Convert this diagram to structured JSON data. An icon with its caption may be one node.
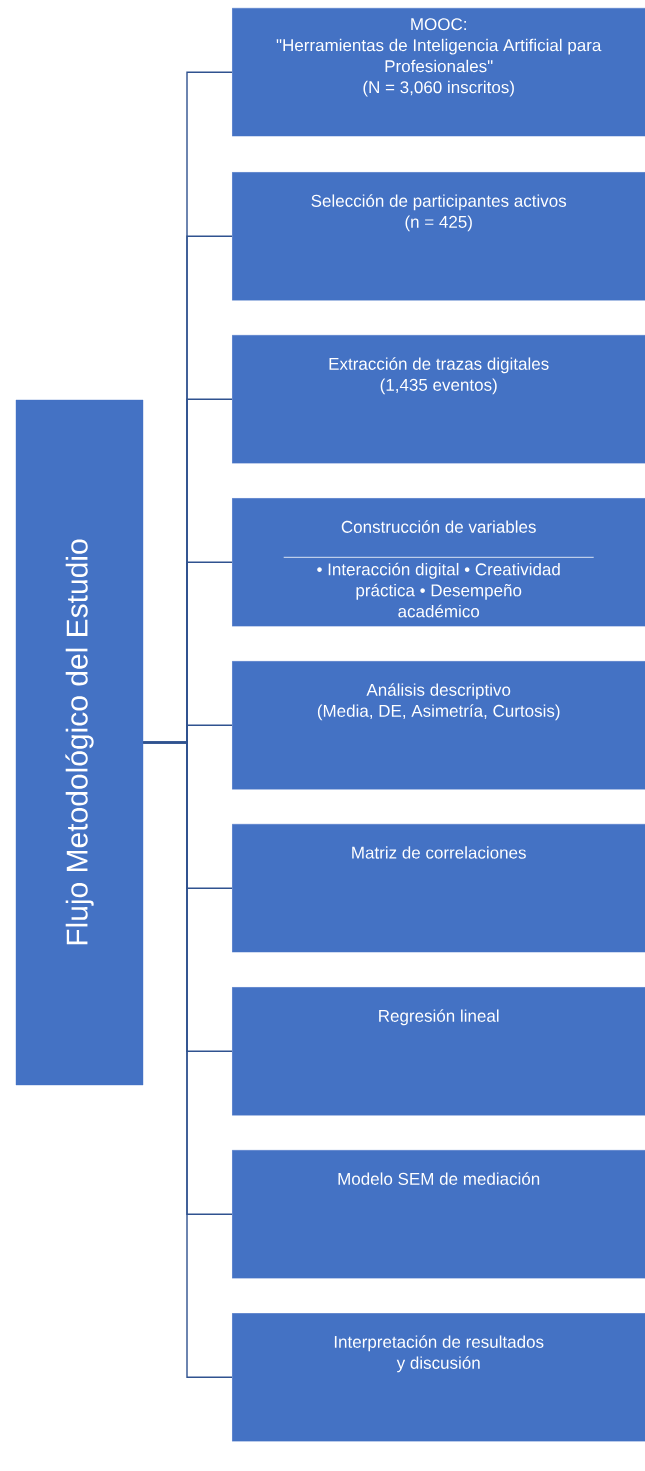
{
  "diagram": {
    "nodes": [
      {
        "text": [
          "Flujo Metodológico del Estudio"
        ]
      },
      {
        "text": [
          "MOOC:",
          "\"Herramientas de Inteligencia Artificial para Profesionales\"",
          "(N = 3,060 inscritos)"
        ]
      },
      {
        "text": [
          "Selección de participantes activos",
          "(n = 425)"
        ]
      },
      {
        "text": [
          "Extracción de trazas digitales",
          "(1,435 eventos)"
        ]
      },
      {
        "text": [
          "Construcción de variables",
          "• Interacción digital • Creatividad práctica • Desempeño académico"
        ]
      },
      {
        "text": [
          "Análisis descriptivo",
          "(Media, DE, Asimetría, Curtosis)"
        ]
      },
      {
        "text": [
          "Matriz de correlaciones"
        ]
      },
      {
        "text": [
          "Regresión lineal"
        ]
      },
      {
        "text": [
          "Modelo SEM de mediación"
        ]
      },
      {
        "text": [
          "Interpretación de resultados",
          "y discusión"
        ]
      }
    ],
    "edges": [
      {
        "from": 0,
        "to": 1,
        "arrow": "none"
      },
      {
        "from": 0,
        "to": 2,
        "arrow": "none"
      },
      {
        "from": 0,
        "to": 3,
        "arrow": "none"
      },
      {
        "from": 0,
        "to": 4,
        "arrow": "none"
      },
      {
        "from": 0,
        "to": 5,
        "arrow": "none"
      },
      {
        "from": 0,
        "to": 6,
        "arrow": "none"
      },
      {
        "from": 0,
        "to": 7,
        "arrow": "none"
      },
      {
        "from": 0,
        "to": 8,
        "arrow": "none"
      },
      {
        "from": 0,
        "to": 9,
        "arrow": "none"
      }
    ]
  }
}
